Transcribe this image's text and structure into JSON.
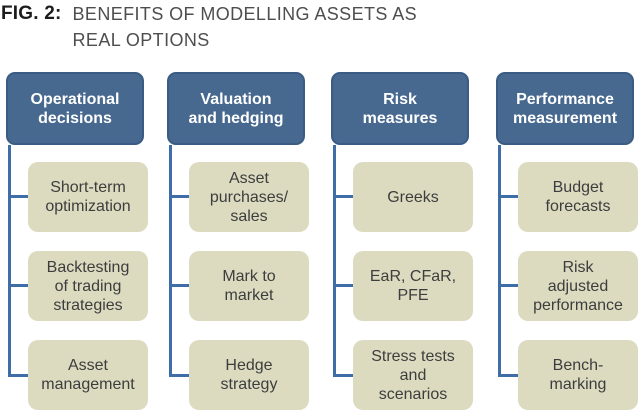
{
  "figure": {
    "label": "FIG. 2:",
    "title": "BENEFITS OF MODELLING ASSETS AS\nREAL OPTIONS"
  },
  "colors": {
    "background": "#FFFFFF",
    "header_fill": "#47698F",
    "header_border": "#3A5C84",
    "header_text": "#FFFFFF",
    "item_fill": "#DCDBC0",
    "item_text": "#3D3D3D",
    "connector": "#3E6DA8",
    "title_label": "#1C1C1C",
    "title_text": "#4E4E4E"
  },
  "columns": [
    {
      "header": "Operational\ndecisions",
      "items": [
        "Short-term\noptimization",
        "Backtesting\nof trading\nstrategies",
        "Asset\nmanagement"
      ]
    },
    {
      "header": "Valuation\nand hedging",
      "items": [
        "Asset\npurchases/\nsales",
        "Mark to\nmarket",
        "Hedge\nstrategy"
      ]
    },
    {
      "header": "Risk\nmeasures",
      "items": [
        "Greeks",
        "EaR, CFaR,\nPFE",
        "Stress tests\nand\nscenarios"
      ]
    },
    {
      "header": "Performance\nmeasurement",
      "items": [
        "Budget\nforecasts",
        "Risk\nadjusted\nperformance",
        "Bench-\nmarking"
      ]
    }
  ]
}
